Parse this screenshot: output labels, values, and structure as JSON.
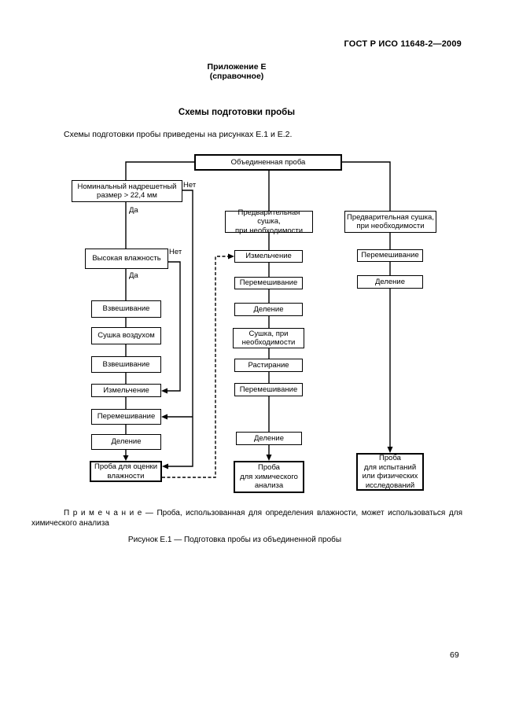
{
  "page": {
    "header": "ГОСТ Р ИСО 11648-2—2009",
    "annex_title": "Приложение Е",
    "annex_subtitle": "(справочное)",
    "section_title": "Схемы подготовки пробы",
    "intro": "Схемы подготовки пробы приведены на рисунках Е.1 и Е.2.",
    "note_label": "П р и м е ч а н и е",
    "note_body": " — Проба, использованная для определения влажности, может использоваться для химического анализа",
    "figure_caption": "Рисунок Е.1 — Подготовка пробы из объединенной пробы",
    "page_number": "69"
  },
  "flowchart": {
    "labels": {
      "yes": "Да",
      "no": "Нет"
    },
    "nodes": [
      {
        "id": "combined-sample",
        "text": "Объединенная проба"
      },
      {
        "id": "size-check",
        "text": "Номинальный надрешетный\nразмер > 22,4 мм"
      },
      {
        "id": "moisture-check",
        "text": "Высокая влажность"
      },
      {
        "id": "weighing-1",
        "text": "Взвешивание"
      },
      {
        "id": "air-drying",
        "text": "Сушка воздухом"
      },
      {
        "id": "weighing-2",
        "text": "Взвешивание"
      },
      {
        "id": "crushing-left",
        "text": "Измельчение"
      },
      {
        "id": "mixing-left",
        "text": "Перемешивание"
      },
      {
        "id": "division-left",
        "text": "Деление"
      },
      {
        "id": "moisture-sample",
        "text": "Проба для оценки\nвлажности"
      },
      {
        "id": "predrying-mid",
        "text": "Предварительная сушка,\nпри необходимости"
      },
      {
        "id": "crushing-mid",
        "text": "Измельчение"
      },
      {
        "id": "mixing-mid-1",
        "text": "Перемешивание"
      },
      {
        "id": "division-mid-1",
        "text": "Деление"
      },
      {
        "id": "drying-mid",
        "text": "Сушка, при\nнеобходимости"
      },
      {
        "id": "grinding-mid",
        "text": "Растирание"
      },
      {
        "id": "mixing-mid-2",
        "text": "Перемешивание"
      },
      {
        "id": "division-mid-2",
        "text": "Деление"
      },
      {
        "id": "chemical-sample",
        "text": "Проба\nдля химического\nанализа"
      },
      {
        "id": "predrying-right",
        "text": "Предварительная сушка,\nпри необходимости"
      },
      {
        "id": "mixing-right",
        "text": "Перемешивание"
      },
      {
        "id": "division-right",
        "text": "Деление"
      },
      {
        "id": "test-sample",
        "text": "Проба\nдля испытаний\nили физических\nисследований"
      }
    ],
    "edges": [
      {
        "from": "combined-sample",
        "to": "size-check"
      },
      {
        "from": "size-check",
        "to": "moisture-check",
        "label": "Да"
      },
      {
        "from": "size-check",
        "to": "mixing-left",
        "label": "Нет"
      },
      {
        "from": "size-check",
        "to": "moisture-sample",
        "label": "Нет"
      },
      {
        "from": "moisture-check",
        "to": "weighing-1",
        "label": "Да"
      },
      {
        "from": "moisture-check",
        "to": "crushing-left",
        "label": "Нет"
      },
      {
        "from": "weighing-1",
        "to": "air-drying"
      },
      {
        "from": "air-drying",
        "to": "weighing-2"
      },
      {
        "from": "weighing-2",
        "to": "crushing-left"
      },
      {
        "from": "crushing-left",
        "to": "mixing-left"
      },
      {
        "from": "mixing-left",
        "to": "division-left"
      },
      {
        "from": "division-left",
        "to": "moisture-sample"
      },
      {
        "from": "combined-sample",
        "to": "predrying-mid"
      },
      {
        "from": "predrying-mid",
        "to": "crushing-mid"
      },
      {
        "from": "crushing-mid",
        "to": "mixing-mid-1"
      },
      {
        "from": "mixing-mid-1",
        "to": "division-mid-1"
      },
      {
        "from": "division-mid-1",
        "to": "drying-mid"
      },
      {
        "from": "drying-mid",
        "to": "grinding-mid"
      },
      {
        "from": "grinding-mid",
        "to": "mixing-mid-2"
      },
      {
        "from": "mixing-mid-2",
        "to": "division-mid-2"
      },
      {
        "from": "division-mid-2",
        "to": "chemical-sample"
      },
      {
        "from": "moisture-sample",
        "to": "crushing-mid",
        "style": "dashed"
      },
      {
        "from": "combined-sample",
        "to": "predrying-right"
      },
      {
        "from": "predrying-right",
        "to": "mixing-right"
      },
      {
        "from": "mixing-right",
        "to": "division-right"
      },
      {
        "from": "division-right",
        "to": "test-sample"
      }
    ]
  }
}
